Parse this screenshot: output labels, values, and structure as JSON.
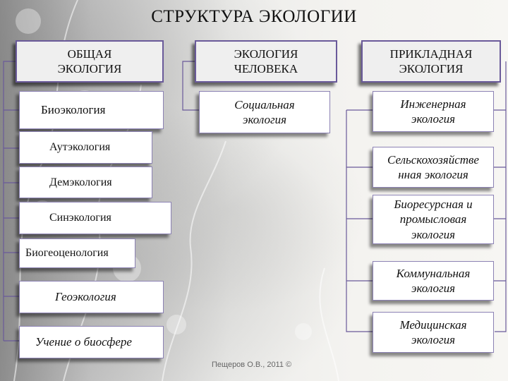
{
  "title": "СТРУКТУРА ЭКОЛОГИИ",
  "columns": {
    "general": {
      "header": "ОБЩАЯ\nЭКОЛОГИЯ",
      "items": [
        "Биоэкология",
        "Аутэкология",
        "Демэкология",
        "Синэкология",
        "Биогеоценология",
        "Геоэкология",
        "Учение о биосфере"
      ]
    },
    "human": {
      "header": "ЭКОЛОГИЯ\nЧЕЛОВЕКА",
      "items": [
        "Социальная\nэкология"
      ]
    },
    "applied": {
      "header": "ПРИКЛАДНАЯ\nЭКОЛОГИЯ",
      "items": [
        "Инженерная\nэкология",
        "Сельскохозяйстве\nнная экология",
        "Биоресурсная и\nпромысловая\nэкология",
        "Коммунальная\nэкология",
        "Медицинская\nэкология"
      ]
    }
  },
  "footer": "Пещеров О.В., 2011 ©"
}
